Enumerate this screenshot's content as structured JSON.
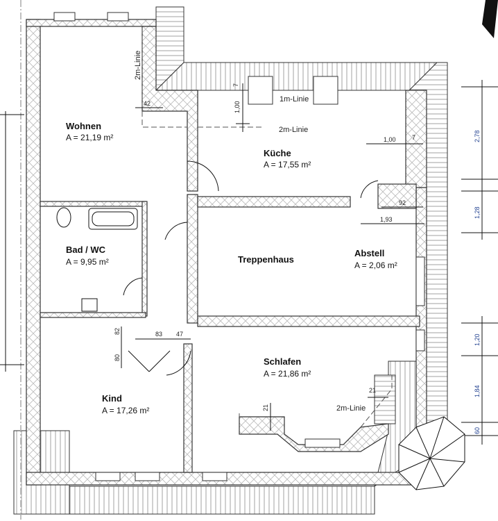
{
  "rooms": [
    {
      "name": "Wohnen",
      "area": "A = 21,19 m²"
    },
    {
      "name": "Küche",
      "area": "A = 17,55 m²"
    },
    {
      "name": "Bad / WC",
      "area": "A = 9,95 m²"
    },
    {
      "name": "Treppenhaus",
      "area": ""
    },
    {
      "name": "Abstell",
      "area": "A = 2,06 m²"
    },
    {
      "name": "Kind",
      "area": "A = 17,26 m²"
    },
    {
      "name": "Schlafen",
      "area": "A = 21,86 m²"
    }
  ],
  "lines": {
    "two_m_left": "2m-Linie",
    "one_m_kitchen": "1m-Linie",
    "two_m_kitchen": "2m-Linie",
    "two_m_bedroom": "2m-Linie"
  },
  "dimensions": {
    "d42": "42",
    "d7a": "7",
    "d100a": "1,00",
    "d100b": "1,00",
    "d7b": "7",
    "d92": "92",
    "d193": "1,93",
    "d82": "82",
    "d80": "80",
    "d83": "83",
    "d47": "47",
    "d21a": "21",
    "d21b": "21",
    "r278": "2,78",
    "r128": "1,28",
    "r120": "1,20",
    "r184": "1,84",
    "r60": "60"
  }
}
